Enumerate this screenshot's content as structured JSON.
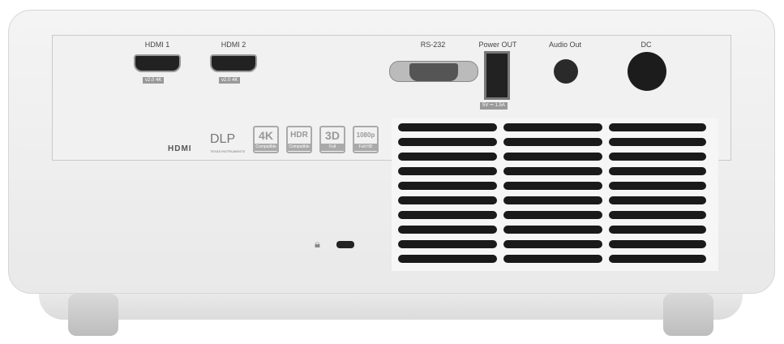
{
  "ports": {
    "hdmi1": "HDMI 1",
    "hdmi1_tag": "v2.0 4K",
    "hdmi2": "HDMI 2",
    "hdmi2_tag": "v2.0 4K",
    "rs232": "RS-232",
    "power_out": "Power OUT",
    "power_tag": "5V ⎓ 1.5A",
    "audio_out": "Audio Out",
    "dc": "DC"
  },
  "logos": {
    "hdmi": "HDMI",
    "dlp": "DLP",
    "dlp_sub": "TEXAS INSTRUMENTS"
  },
  "badges": [
    {
      "main": "4K",
      "sub": "Compatible"
    },
    {
      "main": "HDR",
      "sub": "Compatible"
    },
    {
      "main": "3D",
      "sub": "Full"
    },
    {
      "main": "1080p",
      "sub": "Full HD"
    }
  ]
}
